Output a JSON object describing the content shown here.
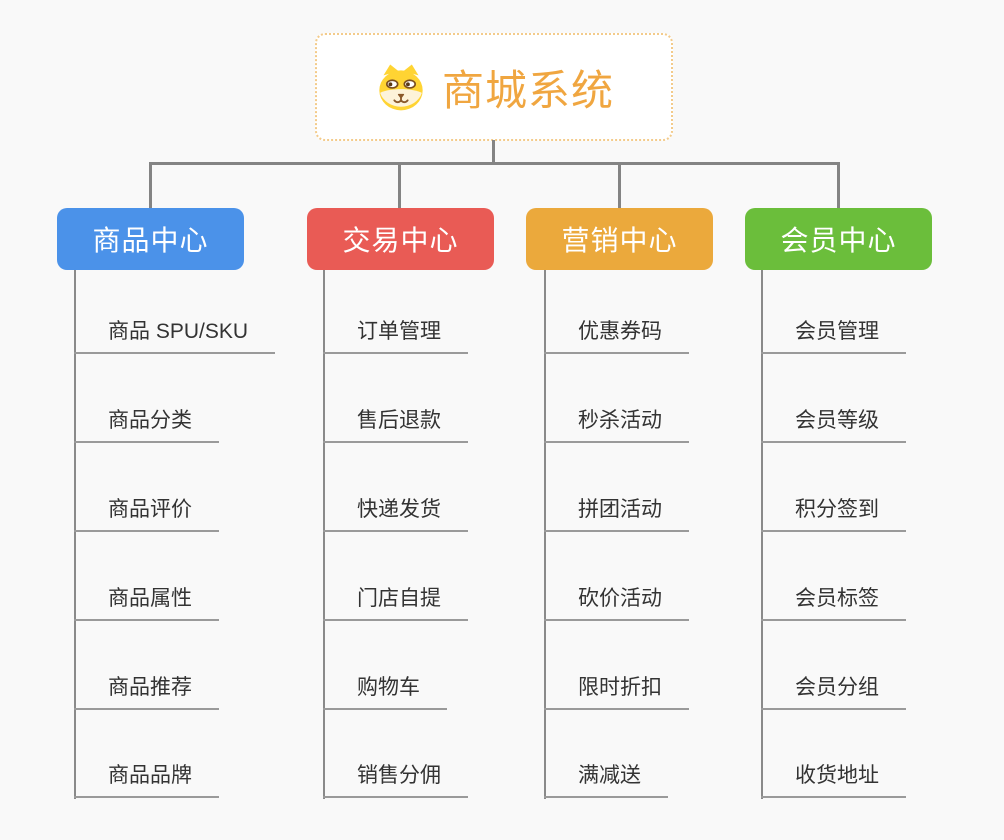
{
  "root": {
    "title": "商城系统",
    "icon": "dog-face-icon"
  },
  "branches": [
    {
      "label": "商品中心",
      "color": "#4B92E9",
      "items": [
        "商品 SPU/SKU",
        "商品分类",
        "商品评价",
        "商品属性",
        "商品推荐",
        "商品品牌"
      ]
    },
    {
      "label": "交易中心",
      "color": "#E95B55",
      "items": [
        "订单管理",
        "售后退款",
        "快递发货",
        "门店自提",
        "购物车",
        "销售分佣"
      ]
    },
    {
      "label": "营销中心",
      "color": "#EBA93C",
      "items": [
        "优惠券码",
        "秒杀活动",
        "拼团活动",
        "砍价活动",
        "限时折扣",
        "满减送"
      ]
    },
    {
      "label": "会员中心",
      "color": "#6BBE3B",
      "items": [
        "会员管理",
        "会员等级",
        "积分签到",
        "会员标签",
        "会员分组",
        "收货地址"
      ]
    }
  ],
  "colors": {
    "background": "#F9F9F9",
    "connector": "#848484",
    "underline": "#9A9A9A",
    "title_text": "#F0A640",
    "root_border": "#F3CB8B",
    "item_text": "#333333"
  }
}
